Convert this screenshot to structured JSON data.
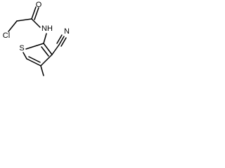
{
  "molecule": {
    "atoms": {
      "chlorine": "Cl",
      "oxygen": "O",
      "amide_nitrogen": "NH",
      "sulfur": "S",
      "nitrile_nitrogen": "N"
    }
  },
  "colors": {
    "background": "#ffffff",
    "bond": "#000000",
    "text": "#000000"
  }
}
